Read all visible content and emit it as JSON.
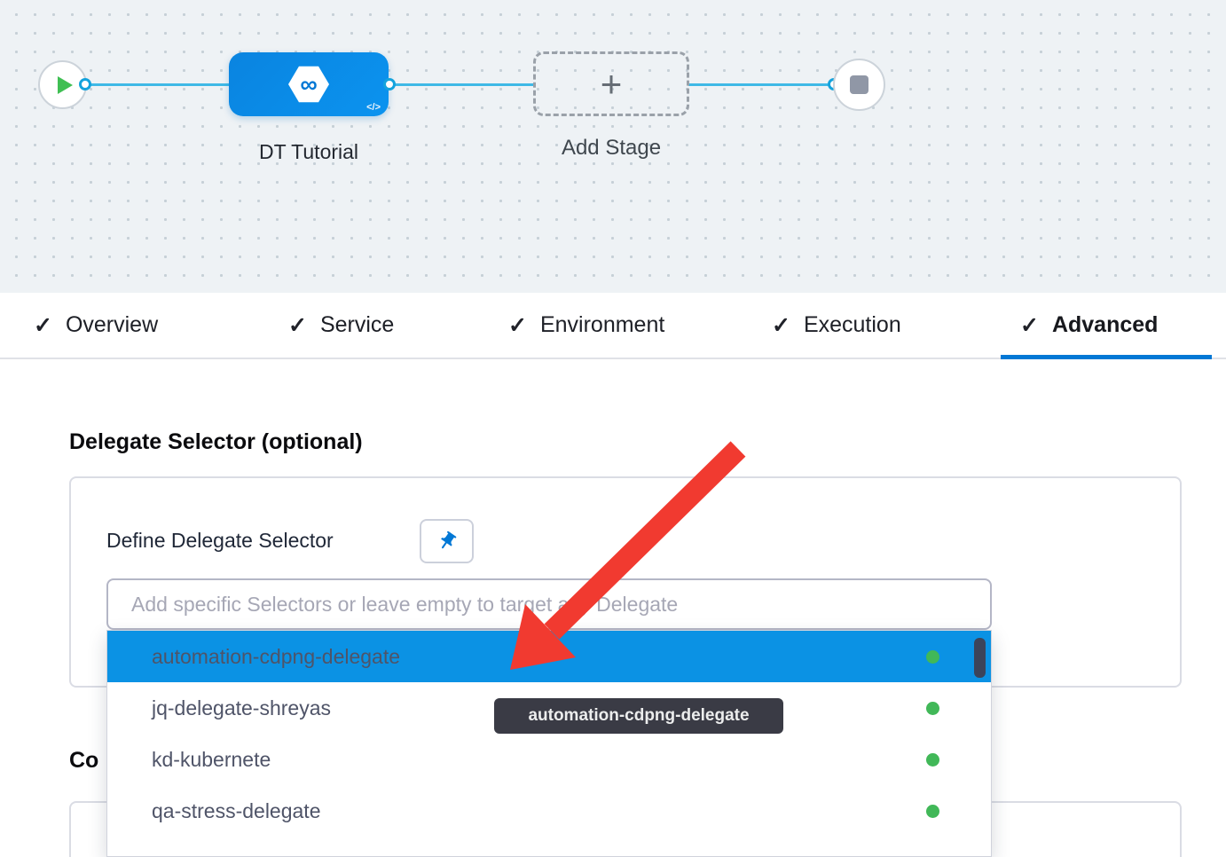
{
  "pipeline": {
    "stage_name": "DT Tutorial",
    "add_stage_label": "Add Stage",
    "logo_glyph": "∞",
    "code_icon": "</>",
    "plus_glyph": "+"
  },
  "tabs": {
    "check_glyph": "✓",
    "items": [
      {
        "label": "Overview"
      },
      {
        "label": "Service"
      },
      {
        "label": "Environment"
      },
      {
        "label": "Execution"
      },
      {
        "label": "Advanced"
      }
    ],
    "active": "Advanced"
  },
  "advanced_panel": {
    "section_heading": "Delegate Selector (optional)",
    "define_label": "Define Delegate Selector",
    "selector_placeholder": "Add specific Selectors or leave empty to target any Delegate",
    "truncated_heading": "Co"
  },
  "delegate_dropdown": {
    "items": [
      {
        "label": "automation-cdpng-delegate",
        "selected": true,
        "status": "connected"
      },
      {
        "label": "jq-delegate-shreyas",
        "selected": false,
        "status": "connected"
      },
      {
        "label": "kd-kubernete",
        "selected": false,
        "status": "connected"
      },
      {
        "label": "qa-stress-delegate",
        "selected": false,
        "status": "connected"
      }
    ],
    "tooltip": "automation-cdpng-delegate"
  },
  "colors": {
    "accent_blue": "#0278d5",
    "selected_row_blue": "#0b92e4",
    "status_green": "#41b858",
    "arrow_red": "#f13a30",
    "edge_blue": "#3fb9e6"
  }
}
